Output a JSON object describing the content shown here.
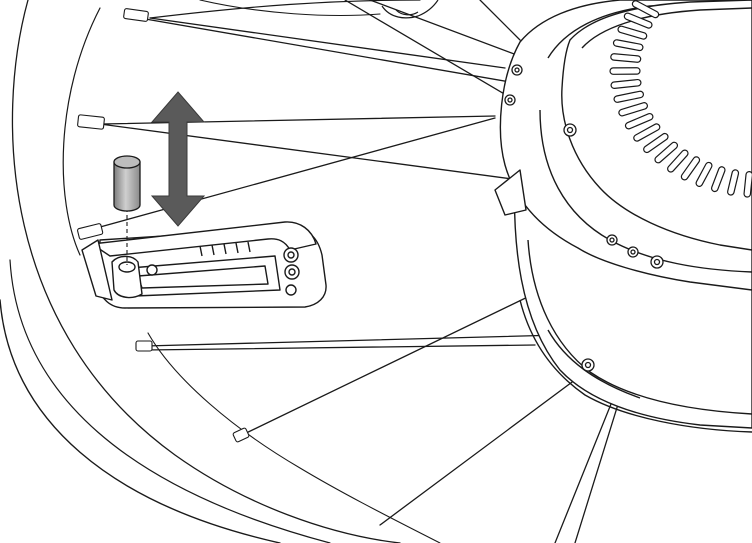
{
  "figure": {
    "colors": {
      "line": "#1a1a1a",
      "background": "#ffffff",
      "arrow": "#5a5a5a",
      "arrow_edge": "#3a3a3a",
      "magnet_light": "#cfcfcf",
      "magnet_mid": "#a8a8a8",
      "magnet_dark": "#7d7d7d",
      "hub_fill": "#ffffff"
    },
    "icons": {
      "wheel_rim": "wheel-rim-drawing",
      "hub_motor": "hub-motor-drawing",
      "sensor_bracket": "spoke-sensor-bracket-drawing",
      "magnet": "cylindrical-magnet-drawing",
      "arrow": "double-headed-vertical-arrow"
    },
    "labels": []
  }
}
